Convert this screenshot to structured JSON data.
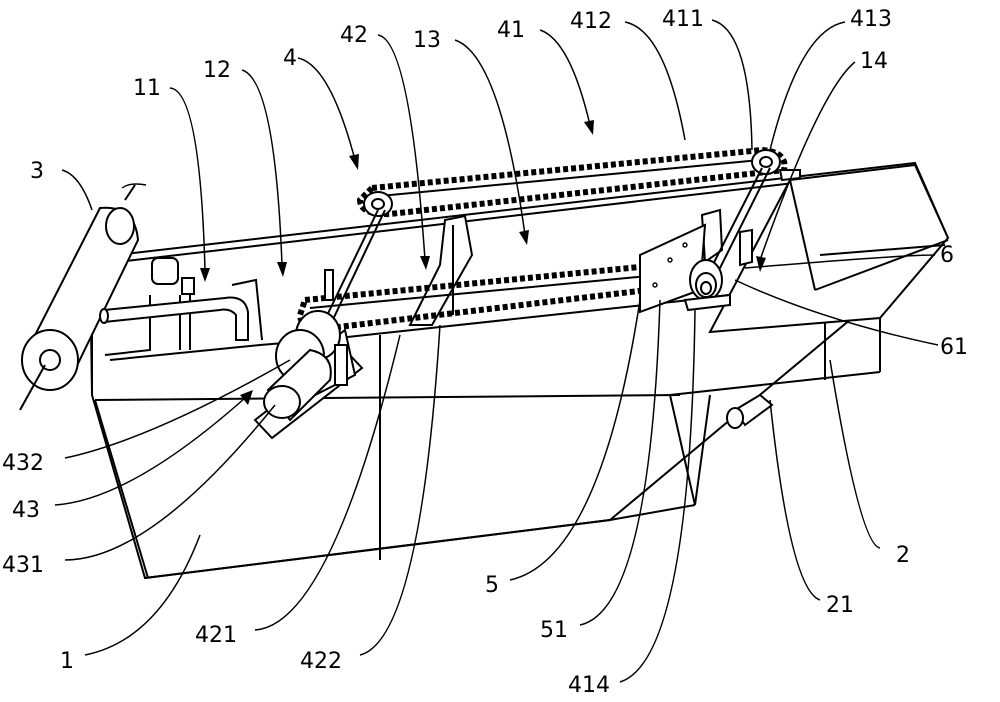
{
  "figure": {
    "labels": {
      "l3": "3",
      "l11": "11",
      "l12": "12",
      "l4": "4",
      "l42": "42",
      "l13": "13",
      "l41": "41",
      "l412": "412",
      "l411": "411",
      "l413": "413",
      "l14": "14",
      "l6": "6",
      "l61": "61",
      "l432": "432",
      "l43": "43",
      "l431": "431",
      "l1": "1",
      "l421": "421",
      "l422": "422",
      "l5": "5",
      "l51": "51",
      "l414": "414",
      "l21": "21",
      "l2": "2"
    }
  }
}
